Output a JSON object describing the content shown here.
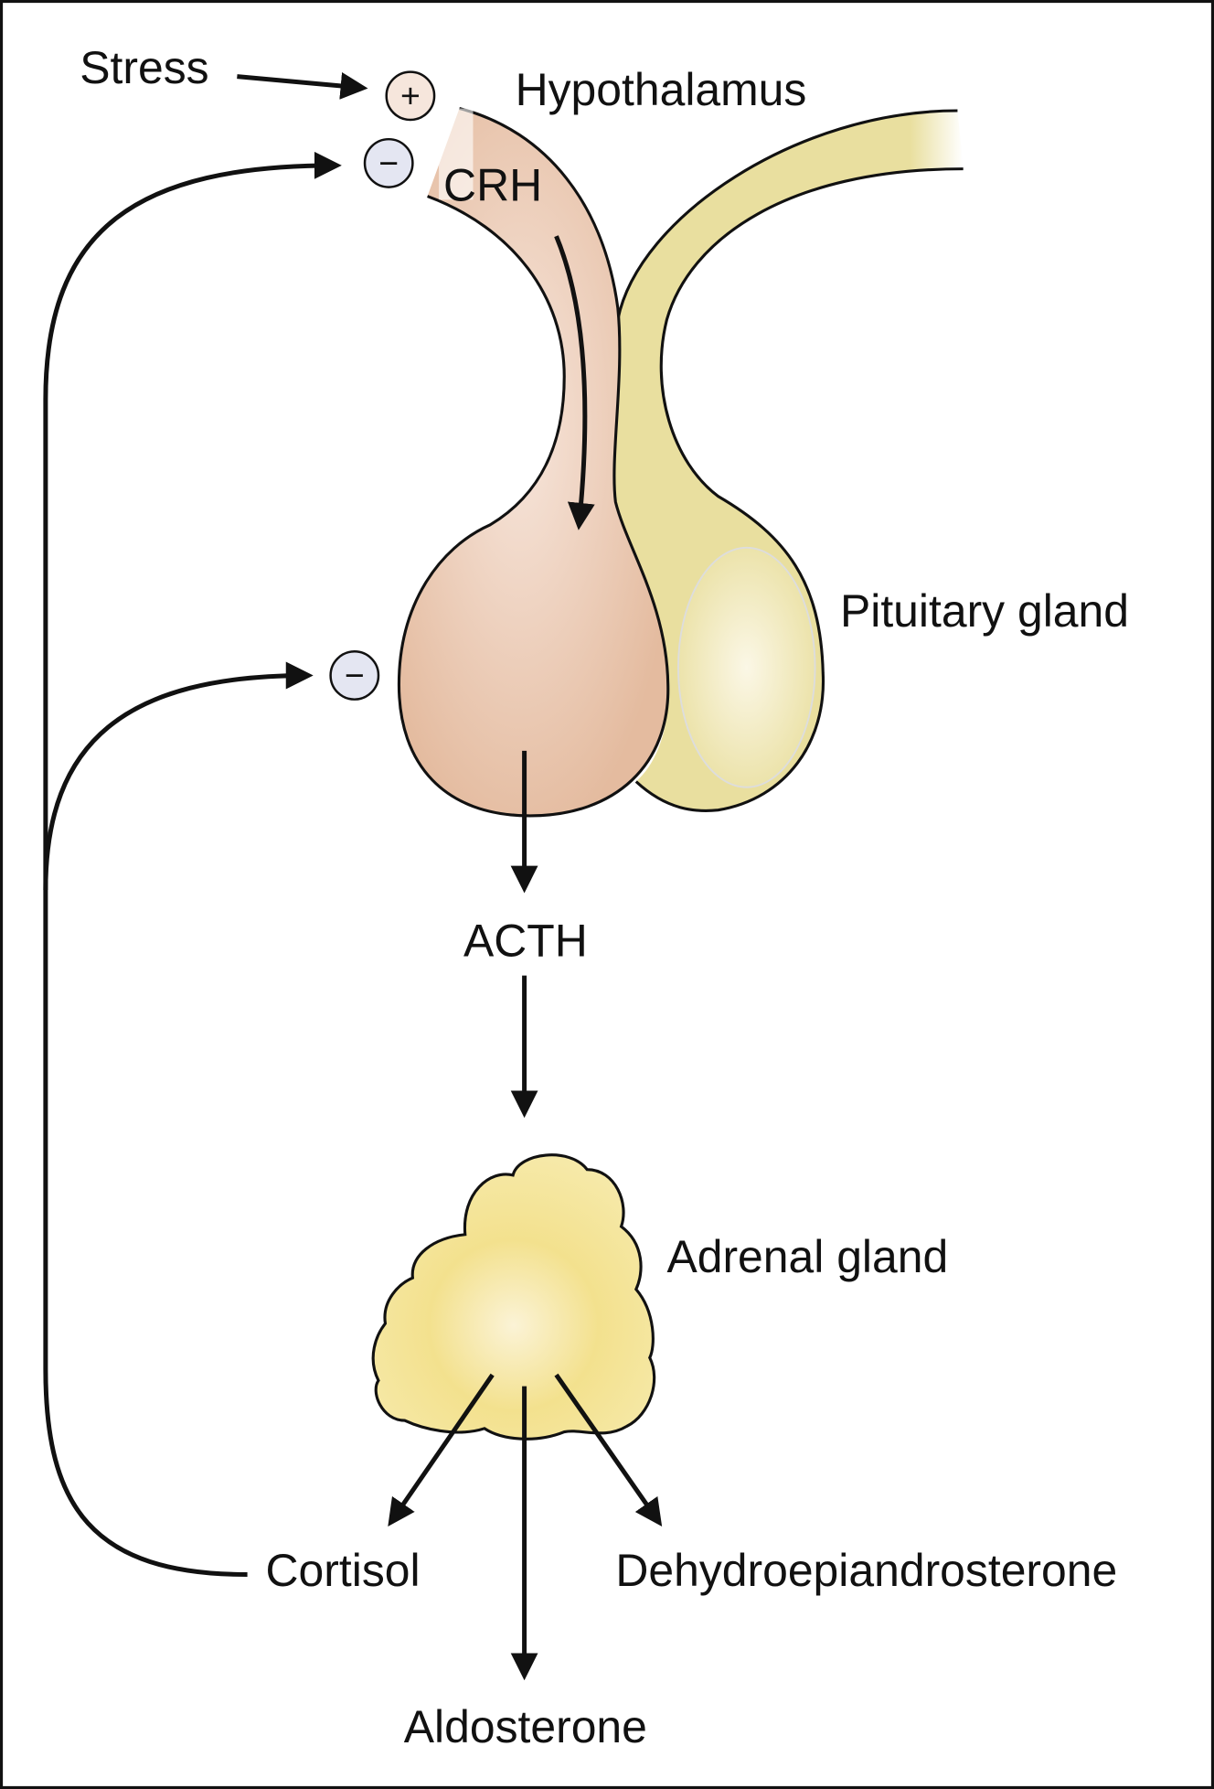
{
  "labels": {
    "stress": "Stress",
    "hypothalamus": "Hypothalamus",
    "crh": "CRH",
    "pituitary": "Pituitary gland",
    "acth": "ACTH",
    "adrenal": "Adrenal gland",
    "cortisol": "Cortisol",
    "dhea": "Dehydroepiandrosterone",
    "aldosterone": "Aldosterone"
  },
  "signs": {
    "plus": "+",
    "minus": "−"
  },
  "colors": {
    "hypothalamus_pink": "#e6bfa2",
    "stalk_yellow": "#e9df9f",
    "adrenal_yellow": "#f2e188",
    "plus_fill": "#f6e6dc",
    "minus_fill": "#e4e6f2",
    "outline": "#111111"
  }
}
